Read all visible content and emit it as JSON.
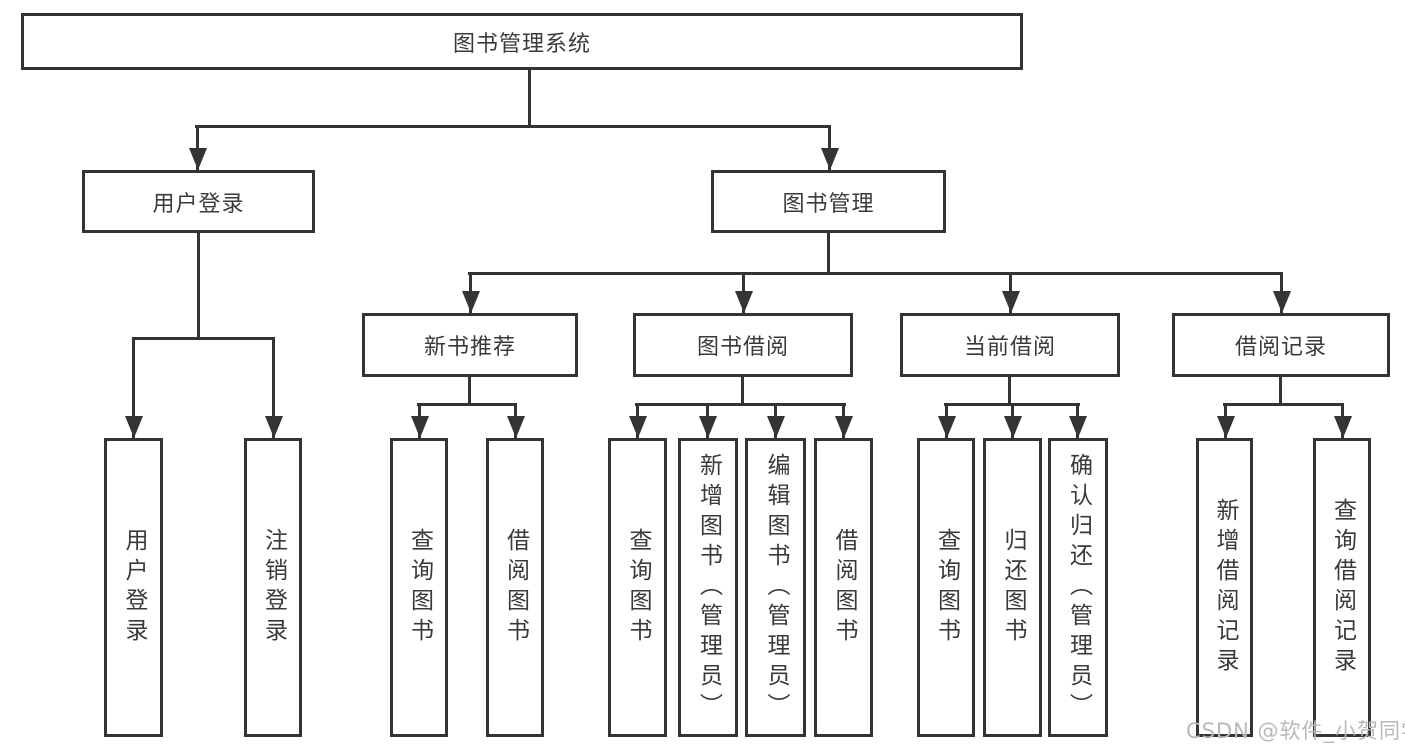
{
  "diagram": {
    "type": "hierarchy-diagram",
    "colors": {
      "line": "#343434",
      "box_background": "#ffffff",
      "text": "#3a3a3a",
      "watermark": "#b9b9b9"
    },
    "tree": {
      "label": "图书管理系统",
      "children": [
        {
          "label": "用户登录",
          "children": [
            {
              "label": "用户登录"
            },
            {
              "label": "注销登录"
            }
          ]
        },
        {
          "label": "图书管理",
          "children": [
            {
              "label": "新书推荐",
              "children": [
                {
                  "label": "查询图书"
                },
                {
                  "label": "借阅图书"
                }
              ]
            },
            {
              "label": "图书借阅",
              "children": [
                {
                  "label": "查询图书"
                },
                {
                  "label": "新增图书（管理员）"
                },
                {
                  "label": "编辑图书（管理员）"
                },
                {
                  "label": "借阅图书"
                }
              ]
            },
            {
              "label": "当前借阅",
              "children": [
                {
                  "label": "查询图书"
                },
                {
                  "label": "归还图书"
                },
                {
                  "label": "确认归还（管理员）"
                }
              ]
            },
            {
              "label": "借阅记录",
              "children": [
                {
                  "label": "新增借阅记录"
                },
                {
                  "label": "查询借阅记录"
                }
              ]
            }
          ]
        }
      ]
    },
    "watermark": {
      "text": "CSDN @软件_小贺同学"
    }
  }
}
